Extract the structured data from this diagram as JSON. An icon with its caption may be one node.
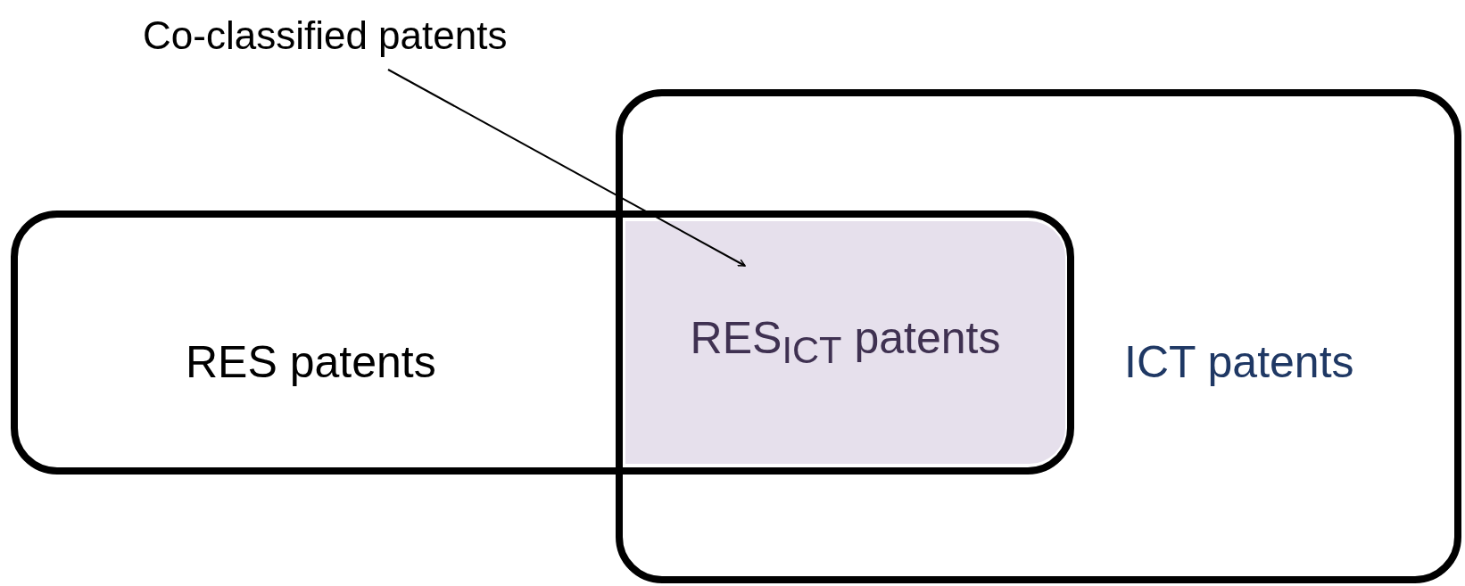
{
  "diagram": {
    "nodes": [
      {
        "text": [
          "Co-classified patents"
        ]
      },
      {
        "text": [
          "RES patents"
        ]
      },
      {
        "text": [
          "RES$_{ICT}$ patents"
        ]
      },
      {
        "text": [
          "ICT patents"
        ]
      }
    ],
    "edges": [
      {
        "from": 0,
        "to": 2,
        "arrow": "to"
      }
    ]
  }
}
